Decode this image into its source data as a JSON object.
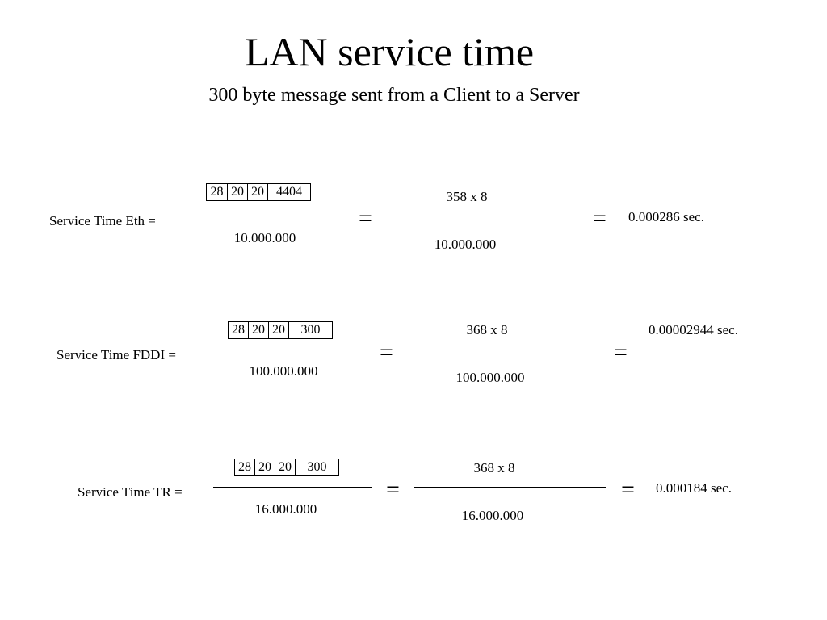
{
  "title": "LAN service time",
  "subtitle": "300 byte message sent from a Client to a Server",
  "rows": [
    {
      "label": "Service Time Eth =",
      "packet": [
        "28",
        "20",
        "20",
        "4404"
      ],
      "denominator": "10.000.000",
      "numerator2": "358 x 8",
      "denominator2": "10.000.000",
      "equals": "=",
      "result": "0.000286 sec."
    },
    {
      "label": "Service Time FDDI =",
      "packet": [
        "28",
        "20",
        "20",
        "300"
      ],
      "denominator": "100.000.000",
      "numerator2": "368 x 8",
      "denominator2": "100.000.000",
      "equals": "=",
      "result": "0.00002944 sec."
    },
    {
      "label": "Service Time TR =",
      "packet": [
        "28",
        "20",
        "20",
        "300"
      ],
      "denominator": "16.000.000",
      "numerator2": "368 x 8",
      "denominator2": "16.000.000",
      "equals": "=",
      "result": "0.000184 sec."
    }
  ]
}
